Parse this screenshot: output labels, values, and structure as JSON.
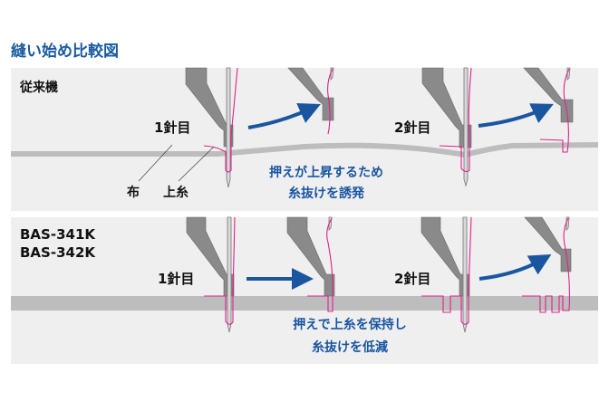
{
  "title": "縫い始め比較図",
  "conventional": {
    "label": "従来機",
    "step1": "1針目",
    "step2": "2針目",
    "fabric_label": "布",
    "thread_label": "上糸",
    "note_line1": "押えが上昇するため",
    "note_line2": "糸抜けを誘発"
  },
  "new_model": {
    "label_line1": "BAS-341K",
    "label_line2": "BAS-342K",
    "step1": "1針目",
    "step2": "2針目",
    "note_line1": "押えで上糸を保持し",
    "note_line2": "糸抜けを低減"
  },
  "colors": {
    "accent": "#1a55a0",
    "thread": "#e0208c",
    "panel": "#efefef",
    "fabric": "#bdbdbd"
  }
}
